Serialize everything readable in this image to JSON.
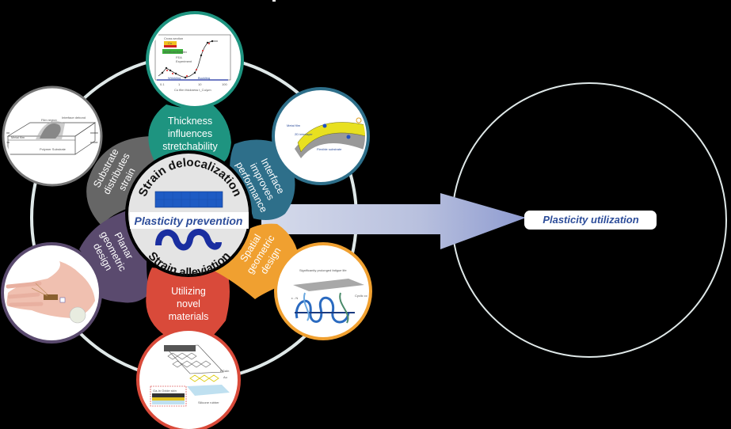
{
  "title": "Plasticity prevention to plasticity utilization",
  "center": {
    "top_arc_label": "Strain delocalization",
    "middle_label": "Plasticity prevention",
    "bottom_arc_label": "Strain alleviation",
    "top_icon": "blue-mesh-rectangle",
    "bottom_icon": "blue-serpentine-wave"
  },
  "target": {
    "label": "Plasticity utilization"
  },
  "colors": {
    "background": "#000000",
    "ring": "#dfe8e8",
    "center_fill": "#e4e4e4",
    "center_label": "#2d4d9a",
    "arrow": "#b4bcdc"
  },
  "petals": [
    {
      "id": "thickness",
      "lines": [
        "Thickness",
        "influences",
        "stretchability"
      ],
      "color": "#1e9480",
      "image": "chart-stretchability-vs-thickness"
    },
    {
      "id": "interface",
      "lines": [
        "Interface",
        "improves",
        "performance"
      ],
      "color": "#2e6f8a",
      "image": "illustration-interface-layers"
    },
    {
      "id": "spatial",
      "lines": [
        "Spatial",
        "geometric",
        "design"
      ],
      "color": "#f0a030",
      "image": "illustration-3d-ribbon-structure"
    },
    {
      "id": "novel",
      "lines": [
        "Utilizing",
        "novel",
        "materials"
      ],
      "color": "#d94a3a",
      "image": "illustration-mesh-on-silicone"
    },
    {
      "id": "planar",
      "lines": [
        "Planar",
        "geometric",
        "design"
      ],
      "color": "#5a4a6e",
      "image": "photo-device-on-hand"
    },
    {
      "id": "substrate",
      "lines": [
        "Substrate",
        "distributes",
        "strain"
      ],
      "color": "#666666",
      "image": "illustration-film-on-substrate"
    }
  ],
  "image_text": {
    "chart": {
      "legend_box": [
        "Cross section",
        "Cu",
        "500Eum Ecoflex"
      ],
      "legend_series": [
        "FEA",
        "Experiment"
      ],
      "regions": [
        "Wrinkling",
        "Buckling",
        "Sideswing"
      ],
      "x_ticks": [
        "0.1",
        "1",
        "10",
        "100"
      ],
      "y_ticks": [
        "0",
        "20",
        "40",
        "60",
        "80",
        "100"
      ],
      "xlabel": "Cu film thickness t_Cu/μm",
      "ylabel": "Elastic stretchability / %"
    },
    "interface": [
      "Metal film",
      "2D interlayer",
      "Flexible substrate"
    ],
    "spatial": [
      "Significantly prolonged fatigue life",
      "Cyclic compact loading",
      "ε - N"
    ],
    "novel": [
      "Ga-In Oxide skin",
      "Silicone rubber",
      "EGaIn",
      "Au"
    ],
    "substrate": [
      "Film region",
      "Interface debond",
      "Metal film",
      "Polymer Substrate"
    ]
  }
}
